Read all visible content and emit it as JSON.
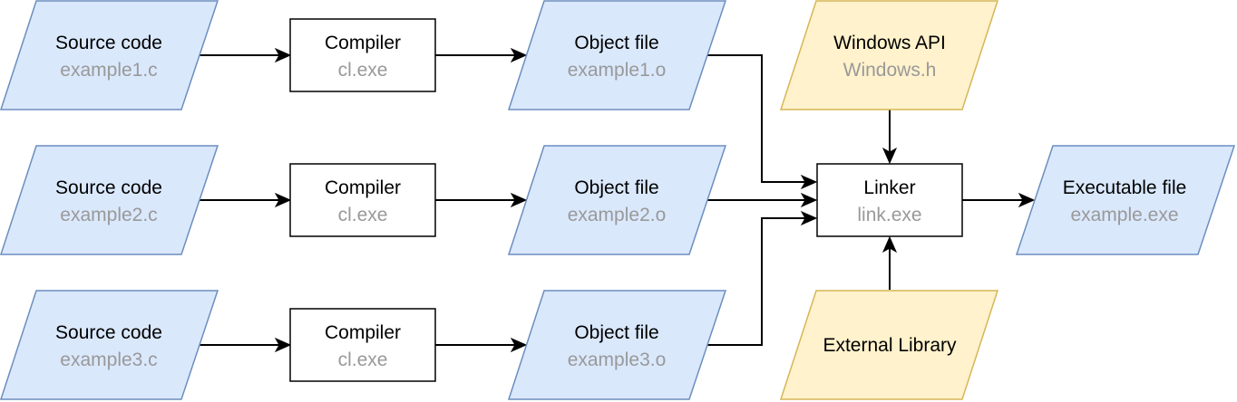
{
  "colors": {
    "file_fill": "#dae8fc",
    "file_stroke": "#6c8ebf",
    "external_fill": "#fff2cc",
    "external_stroke": "#d6b656",
    "secondary_text": "#999999"
  },
  "sources": [
    {
      "label": "Source code",
      "file": "example1.c"
    },
    {
      "label": "Source code",
      "file": "example2.c"
    },
    {
      "label": "Source code",
      "file": "example3.c"
    }
  ],
  "compilers": [
    {
      "label": "Compiler",
      "tool": "cl.exe"
    },
    {
      "label": "Compiler",
      "tool": "cl.exe"
    },
    {
      "label": "Compiler",
      "tool": "cl.exe"
    }
  ],
  "objects": [
    {
      "label": "Object file",
      "file": "example1.o"
    },
    {
      "label": "Object file",
      "file": "example2.o"
    },
    {
      "label": "Object file",
      "file": "example3.o"
    }
  ],
  "windows_api": {
    "label": "Windows API",
    "file": "Windows.h"
  },
  "linker": {
    "label": "Linker",
    "tool": "link.exe"
  },
  "external_library": {
    "label": "External Library"
  },
  "executable": {
    "label": "Executable file",
    "file": "example.exe"
  }
}
